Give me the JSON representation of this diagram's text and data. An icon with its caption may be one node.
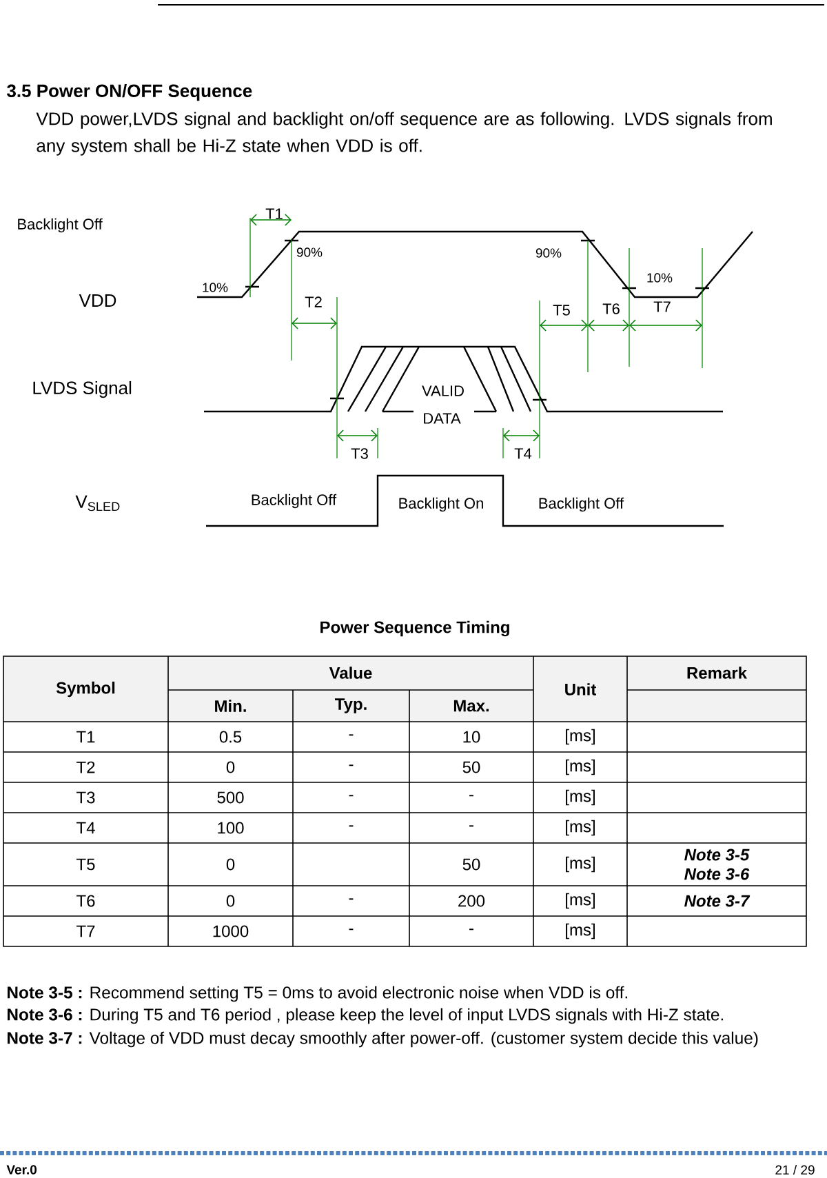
{
  "diagram": {
    "title": "3.5 Power ON/OFF Sequence",
    "labels": [
      "VDD power,LVDS signal and backlight on/off sequence are as following. LVDS signals from any system shall be Hi-Z state when VDD is off.",
      "Backlight Off",
      "T1",
      "90%",
      "90%",
      "10%",
      "VDD",
      "10%",
      "T2",
      "T5",
      "T6",
      "T7",
      "LVDS Signal",
      "VALID",
      "DATA",
      "T3",
      "T4",
      "V$_{SLED}$",
      "Backlight Off",
      "Backlight On",
      "Backlight Off",
      "Power Sequence Timing",
      "Symbol",
      "Value",
      "Unit",
      "Remark",
      "Min.",
      "Typ.",
      "Max.",
      "T1",
      "0.5",
      "-",
      "10",
      "[ms]",
      "T2",
      "0",
      "-",
      "50",
      "[ms]",
      "T3",
      "500",
      "-",
      "-",
      "[ms]",
      "T4",
      "100",
      "-",
      "-",
      "[ms]",
      "T5",
      "0",
      "50",
      "[ms]",
      "Note 3-5",
      "Note 3-6",
      "T6",
      "0",
      "-",
      "200",
      "[ms]",
      "Note 3-7",
      "T7",
      "1000",
      "-",
      "-",
      "[ms]",
      "**Note 3-5 :** Recommend setting T5 = 0ms to avoid electronic noise when VDD is off.",
      "**Note 3-6 :** During T5 and T6 period , please keep the level of input LVDS signals with Hi-Z state.",
      "**Note 3-7 :** Voltage of VDD must decay smoothly after power-off. (customer system decide this value)",
      "Ver.0",
      "21 / 29"
    ]
  }
}
